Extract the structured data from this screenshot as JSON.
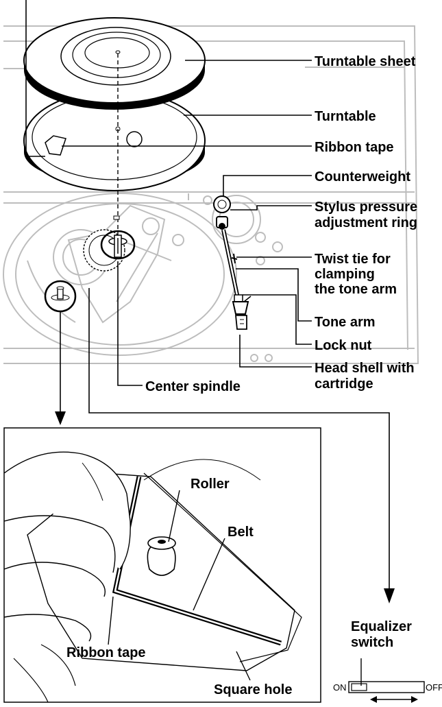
{
  "labels": {
    "turntable_sheet": "Turntable sheet",
    "turntable": "Turntable",
    "ribbon_tape_top": "Ribbon tape",
    "counterweight": "Counterweight",
    "stylus_l1": "Stylus pressure",
    "stylus_l2": "adjustment ring",
    "twist_l1": "Twist tie for",
    "twist_l2": "clamping",
    "twist_l3": "the tone arm",
    "tone_arm": "Tone arm",
    "lock_nut": "Lock nut",
    "head_l1": "Head shell with",
    "head_l2": "cartridge",
    "center_spindle": "Center spindle",
    "roller": "Roller",
    "belt": "Belt",
    "ribbon_tape_bottom": "Ribbon tape",
    "square_hole": "Square hole",
    "eq_l1": "Equalizer",
    "eq_l2": "switch",
    "switch_on": "ON",
    "switch_off": "OFF"
  }
}
